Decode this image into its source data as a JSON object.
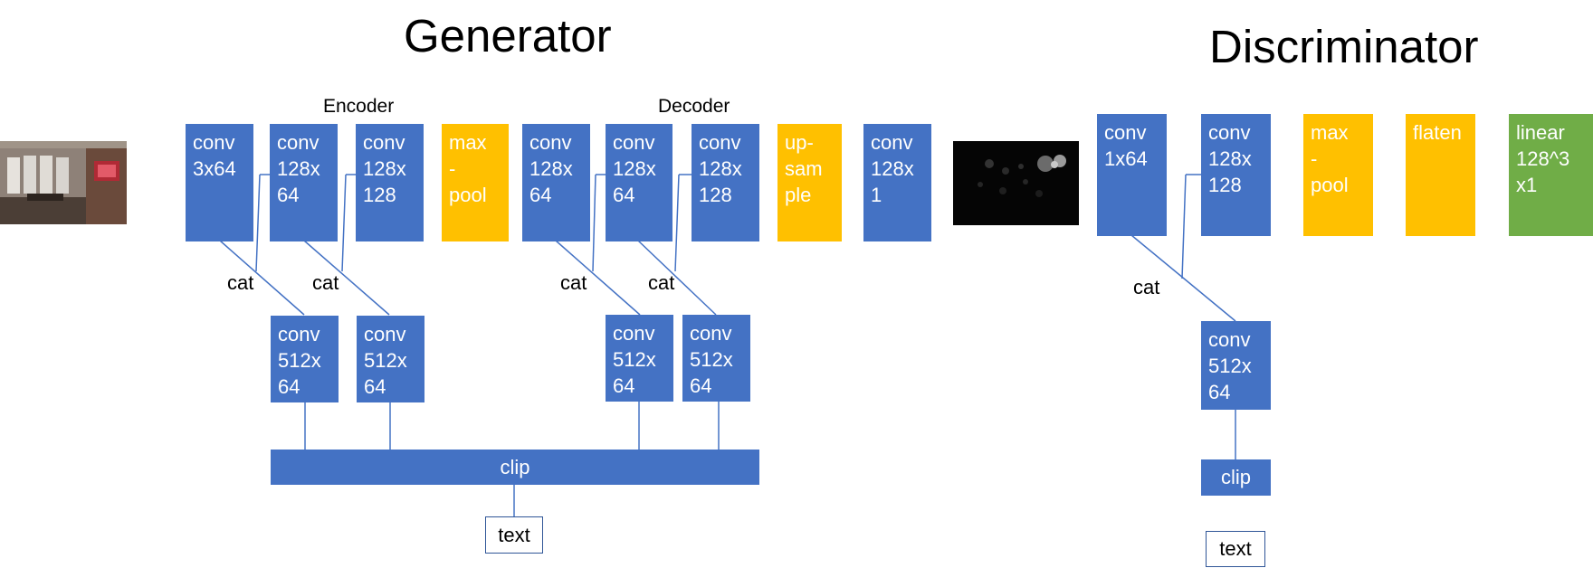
{
  "titles": {
    "generator": "Generator",
    "discriminator": "Discriminator"
  },
  "sections": {
    "encoder": "Encoder",
    "decoder": "Decoder"
  },
  "cat_label": "cat",
  "colors": {
    "conv": "#4472c4",
    "pool": "#ffc000",
    "linear": "#70ad47",
    "wire": "#4472c4"
  },
  "generator": {
    "input_image": "room-photo",
    "output_image": "dark-map",
    "encoder_blocks": [
      {
        "label": "conv\n3x64",
        "kind": "conv"
      },
      {
        "label": "conv\n128x\n64",
        "kind": "conv"
      },
      {
        "label": "conv\n128x\n128",
        "kind": "conv"
      },
      {
        "label": "max\n-\npool",
        "kind": "pool"
      }
    ],
    "decoder_blocks": [
      {
        "label": "conv\n128x\n64",
        "kind": "conv"
      },
      {
        "label": "conv\n128x\n64",
        "kind": "conv"
      },
      {
        "label": "conv\n128x\n128",
        "kind": "conv"
      },
      {
        "label": "up-\nsam\nple",
        "kind": "pool"
      },
      {
        "label": "conv\n128x\n1",
        "kind": "conv"
      }
    ],
    "side_blocks": [
      {
        "label": "conv\n512x\n64"
      },
      {
        "label": "conv\n512x\n64"
      },
      {
        "label": "conv\n512x\n64"
      },
      {
        "label": "conv\n512x\n64"
      }
    ],
    "clip": "clip",
    "text": "text"
  },
  "discriminator": {
    "blocks": [
      {
        "label": "conv\n1x64",
        "kind": "conv"
      },
      {
        "label": "conv\n128x\n128",
        "kind": "conv"
      },
      {
        "label": "max\n-\npool",
        "kind": "pool"
      },
      {
        "label": "flaten",
        "kind": "pool"
      },
      {
        "label": "linear\n128^3\nx1",
        "kind": "linear"
      }
    ],
    "side_block": {
      "label": "conv\n512x\n64"
    },
    "clip": "clip",
    "text": "text"
  }
}
